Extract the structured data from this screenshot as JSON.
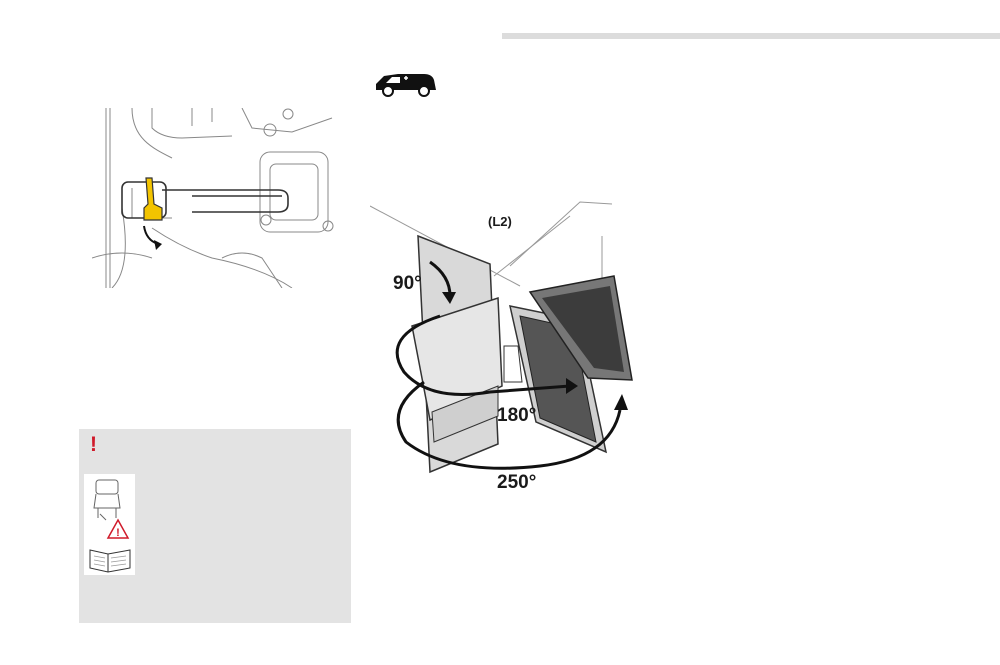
{
  "header": {
    "section_rule": true
  },
  "vehicle_icon": {
    "name": "van-icon"
  },
  "door_figure": {
    "variant_label": "(L2)",
    "angle_labels": [
      "90°",
      "180°",
      "250°"
    ]
  },
  "door_check_figure": {
    "name": "door-check-strap-illustration",
    "highlight_color": "#f3c400"
  },
  "warning_box": {
    "mark": "!",
    "mark_color": "#d01a2a",
    "background": "#e3e3e3",
    "icon": "manual-warning-icon"
  }
}
